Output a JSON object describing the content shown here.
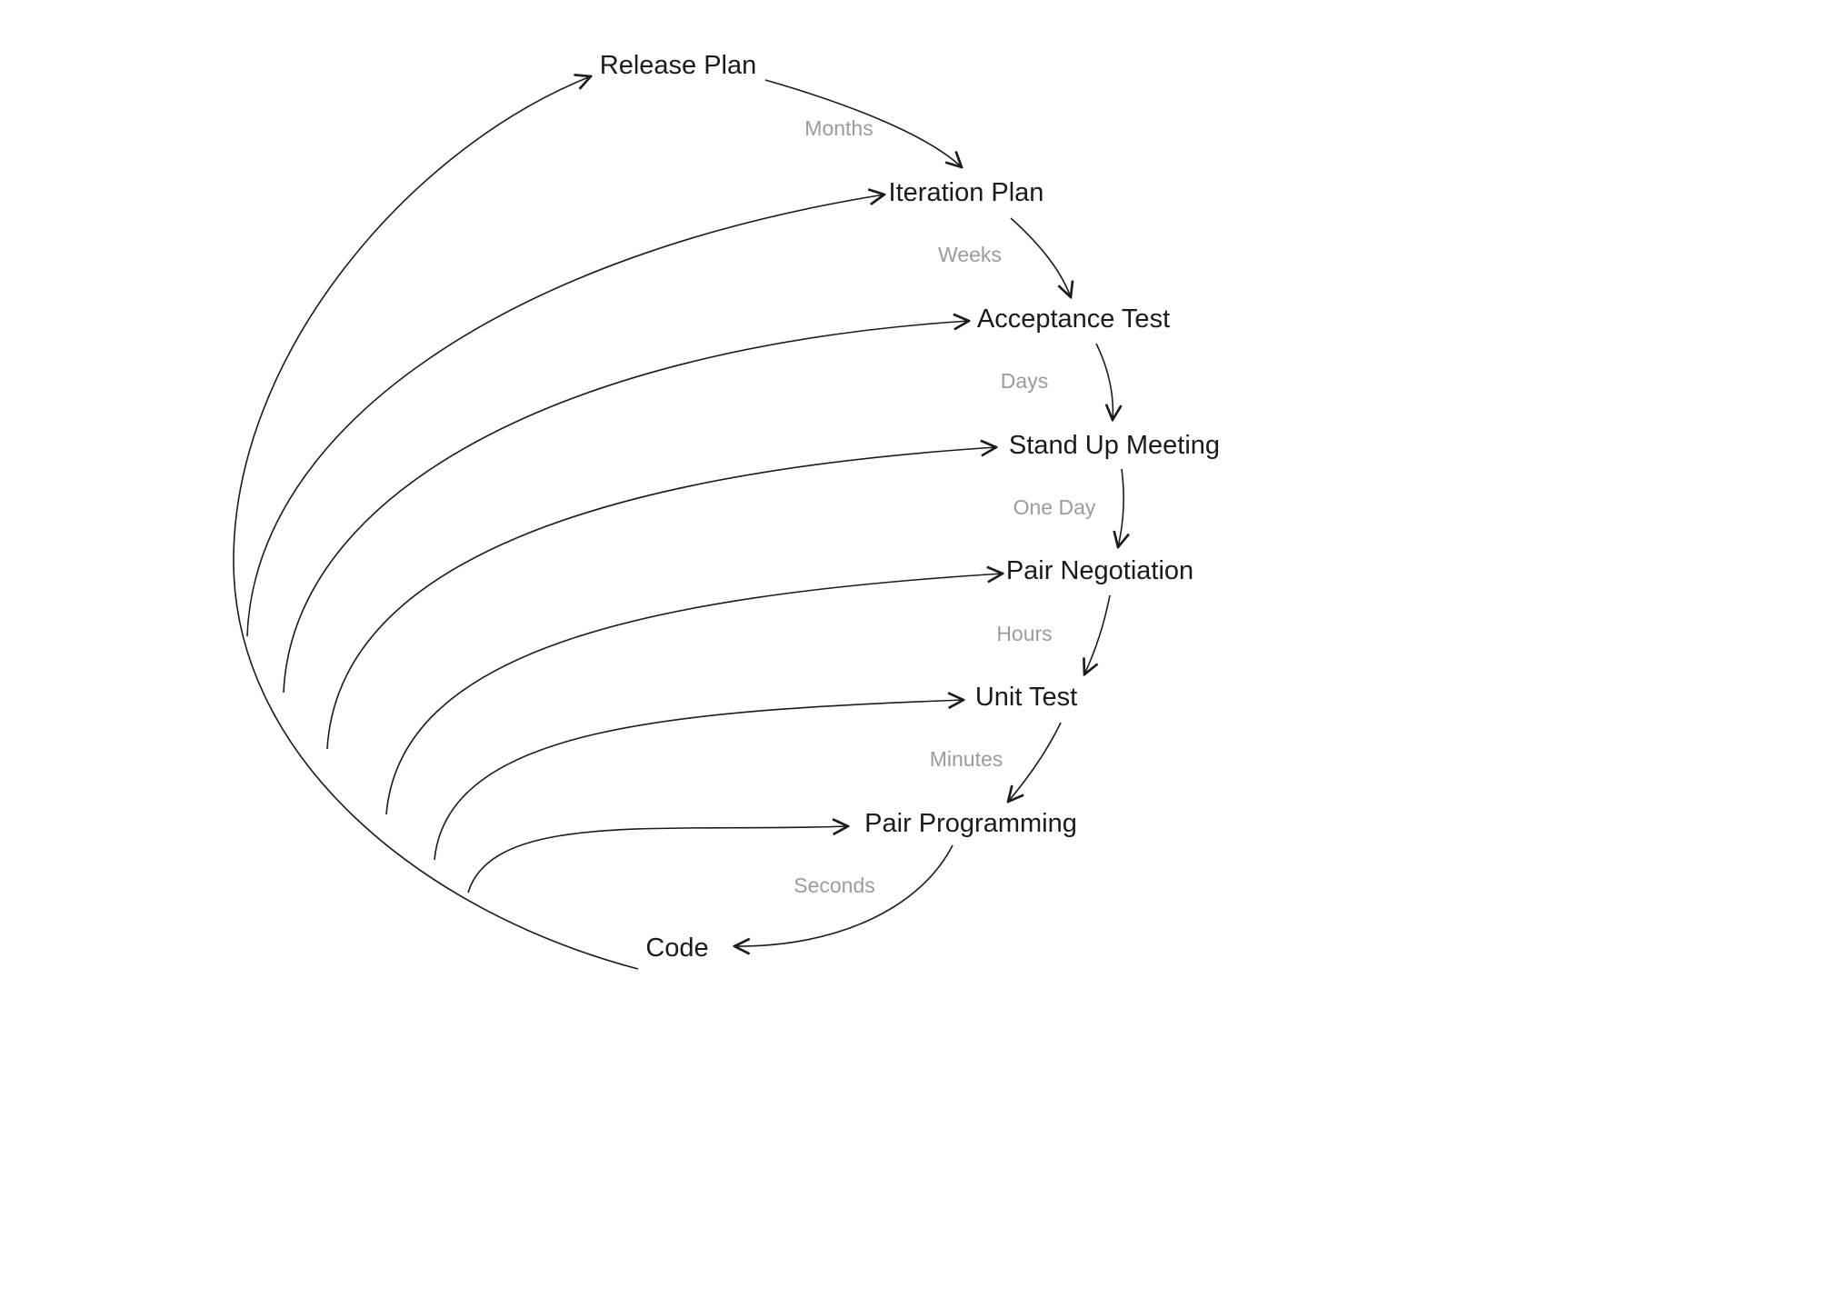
{
  "diagram": {
    "type": "nested-feedback-loops",
    "nodes": [
      {
        "label": "Release Plan"
      },
      {
        "label": "Iteration Plan"
      },
      {
        "label": "Acceptance Test"
      },
      {
        "label": "Stand Up Meeting"
      },
      {
        "label": "Pair Negotiation"
      },
      {
        "label": "Unit Test"
      },
      {
        "label": "Pair Programming"
      },
      {
        "label": "Code"
      }
    ],
    "intervals": [
      {
        "label": "Months",
        "from": "Release Plan",
        "to": "Iteration Plan"
      },
      {
        "label": "Weeks",
        "from": "Iteration Plan",
        "to": "Acceptance Test"
      },
      {
        "label": "Days",
        "from": "Acceptance Test",
        "to": "Stand Up Meeting"
      },
      {
        "label": "One Day",
        "from": "Stand Up Meeting",
        "to": "Pair Negotiation"
      },
      {
        "label": "Hours",
        "from": "Pair Negotiation",
        "to": "Unit Test"
      },
      {
        "label": "Minutes",
        "from": "Unit Test",
        "to": "Pair Programming"
      },
      {
        "label": "Seconds",
        "from": "Pair Programming",
        "to": "Code"
      }
    ],
    "colors": {
      "node_text": "#1b1b1b",
      "interval_text": "#9c9c9c",
      "line": "#1b1b1b",
      "background": "#ffffff"
    }
  }
}
